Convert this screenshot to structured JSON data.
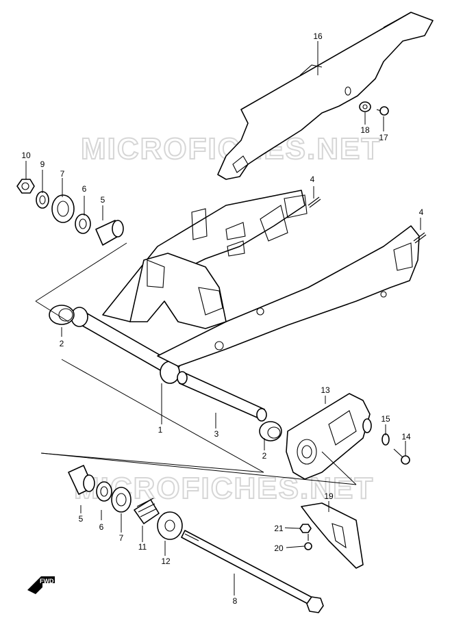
{
  "diagram": {
    "watermark_text": "MICROFICHES.NET",
    "direction_label": "FWD",
    "callouts": {
      "p1": "1",
      "p2a": "2",
      "p2b": "2",
      "p3": "3",
      "p4a": "4",
      "p4b": "4",
      "p5a": "5",
      "p5b": "5",
      "p6a": "6",
      "p6b": "6",
      "p7a": "7",
      "p7b": "7",
      "p8": "8",
      "p9": "9",
      "p10": "10",
      "p11": "11",
      "p12": "12",
      "p13": "13",
      "p14": "14",
      "p15": "15",
      "p16": "16",
      "p17": "17",
      "p18": "18",
      "p19": "19",
      "p20": "20",
      "p21": "21"
    }
  }
}
